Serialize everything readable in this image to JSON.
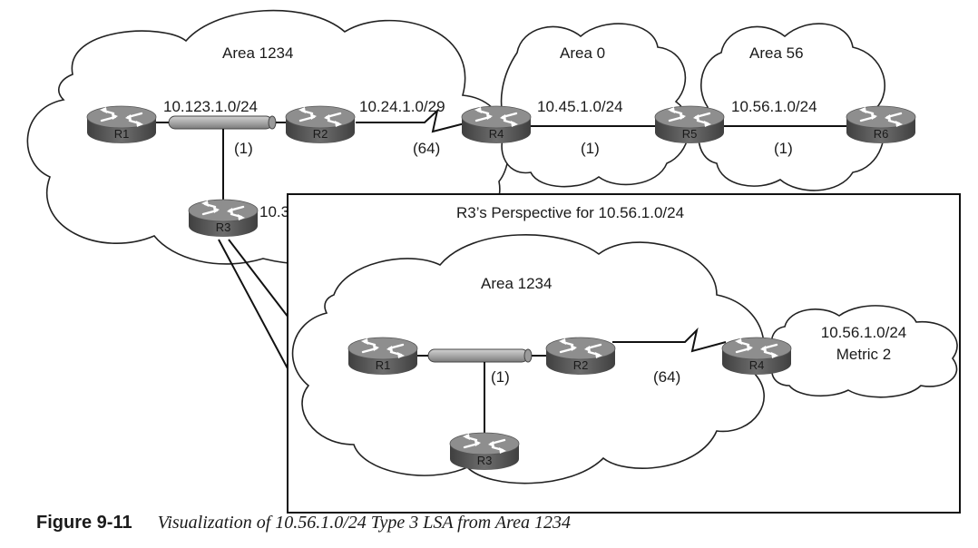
{
  "areas": {
    "area_1234": "Area 1234",
    "area_0": "Area 0",
    "area_56": "Area 56"
  },
  "links": {
    "r1_r2_subnet": "10.123.1.0/24",
    "r1_r2_cost": "(1)",
    "r2_r4_subnet": "10.24.1.0/29",
    "r2_r4_cost": "(64)",
    "r4_r5_subnet": "10.45.1.0/24",
    "r4_r5_cost": "(1)",
    "r5_r6_subnet": "10.56.1.0/24",
    "r5_r6_cost": "(1)",
    "r3_partial": "10.3"
  },
  "routers": {
    "r1": "R1",
    "r2": "R2",
    "r3": "R3",
    "r4": "R4",
    "r5": "R5",
    "r6": "R6"
  },
  "perspective": {
    "title": "R3’s Perspective for 10.56.1.0/24",
    "area": "Area 1234",
    "r1": "R1",
    "r2": "R2",
    "r3": "R3",
    "r4": "R4",
    "segment_cost": "(1)",
    "serial_cost": "(64)",
    "prefix": "10.56.1.0/24",
    "metric": "Metric 2"
  },
  "caption": {
    "figure": "Figure 9-11",
    "text": "Visualization of 10.56.1.0/24 Type 3 LSA from Area 1234"
  }
}
